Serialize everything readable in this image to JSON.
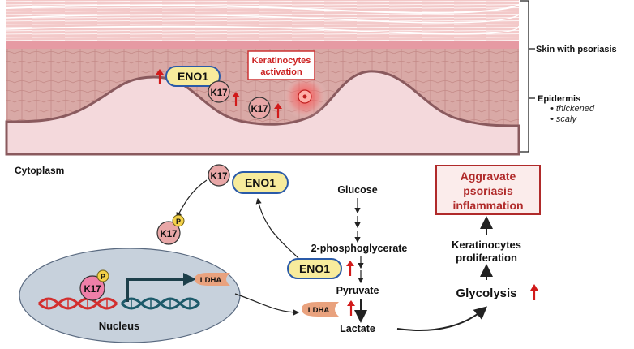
{
  "skin": {
    "side_title": "Skin with psoriasis",
    "epidermis_title": "Epidermis",
    "epidermis_points": [
      "• thickened",
      "• scaly"
    ],
    "activation_label_line1": "Keratinocytes",
    "activation_label_line2": "activation",
    "eno1": "ENO1",
    "k17_a": "K17",
    "k17_b": "K17"
  },
  "cytoplasm": {
    "title": "Cytoplasm",
    "k17_top": "K17",
    "eno1_top": "ENO1",
    "k17_p": "K17",
    "p_badge": "P"
  },
  "nucleus": {
    "title": "Nucleus",
    "k17": "K17",
    "p_badge": "P",
    "ldha": "LDHA"
  },
  "pathway": {
    "glucose": "Glucose",
    "intermediate": "2-phosphoglycerate",
    "pyruvate": "Pyruvate",
    "lactate": "Lactate",
    "eno1": "ENO1",
    "ldha": "LDHA"
  },
  "outcome": {
    "box_line1": "Aggravate",
    "box_line2": "psoriasis",
    "box_line3": "inflammation",
    "proliferation_line1": "Keratinocytes",
    "proliferation_line2": "proliferation",
    "glycolysis": "Glycolysis"
  },
  "colors": {
    "up_arrow": "#d11a1a",
    "box_text": "#b02a2a",
    "eno1_fill": "#f7eb9c",
    "k17_fill": "#e8a7a7",
    "ldha_fill": "#e9a27e",
    "nucleus_fill": "#c7d1dc"
  }
}
